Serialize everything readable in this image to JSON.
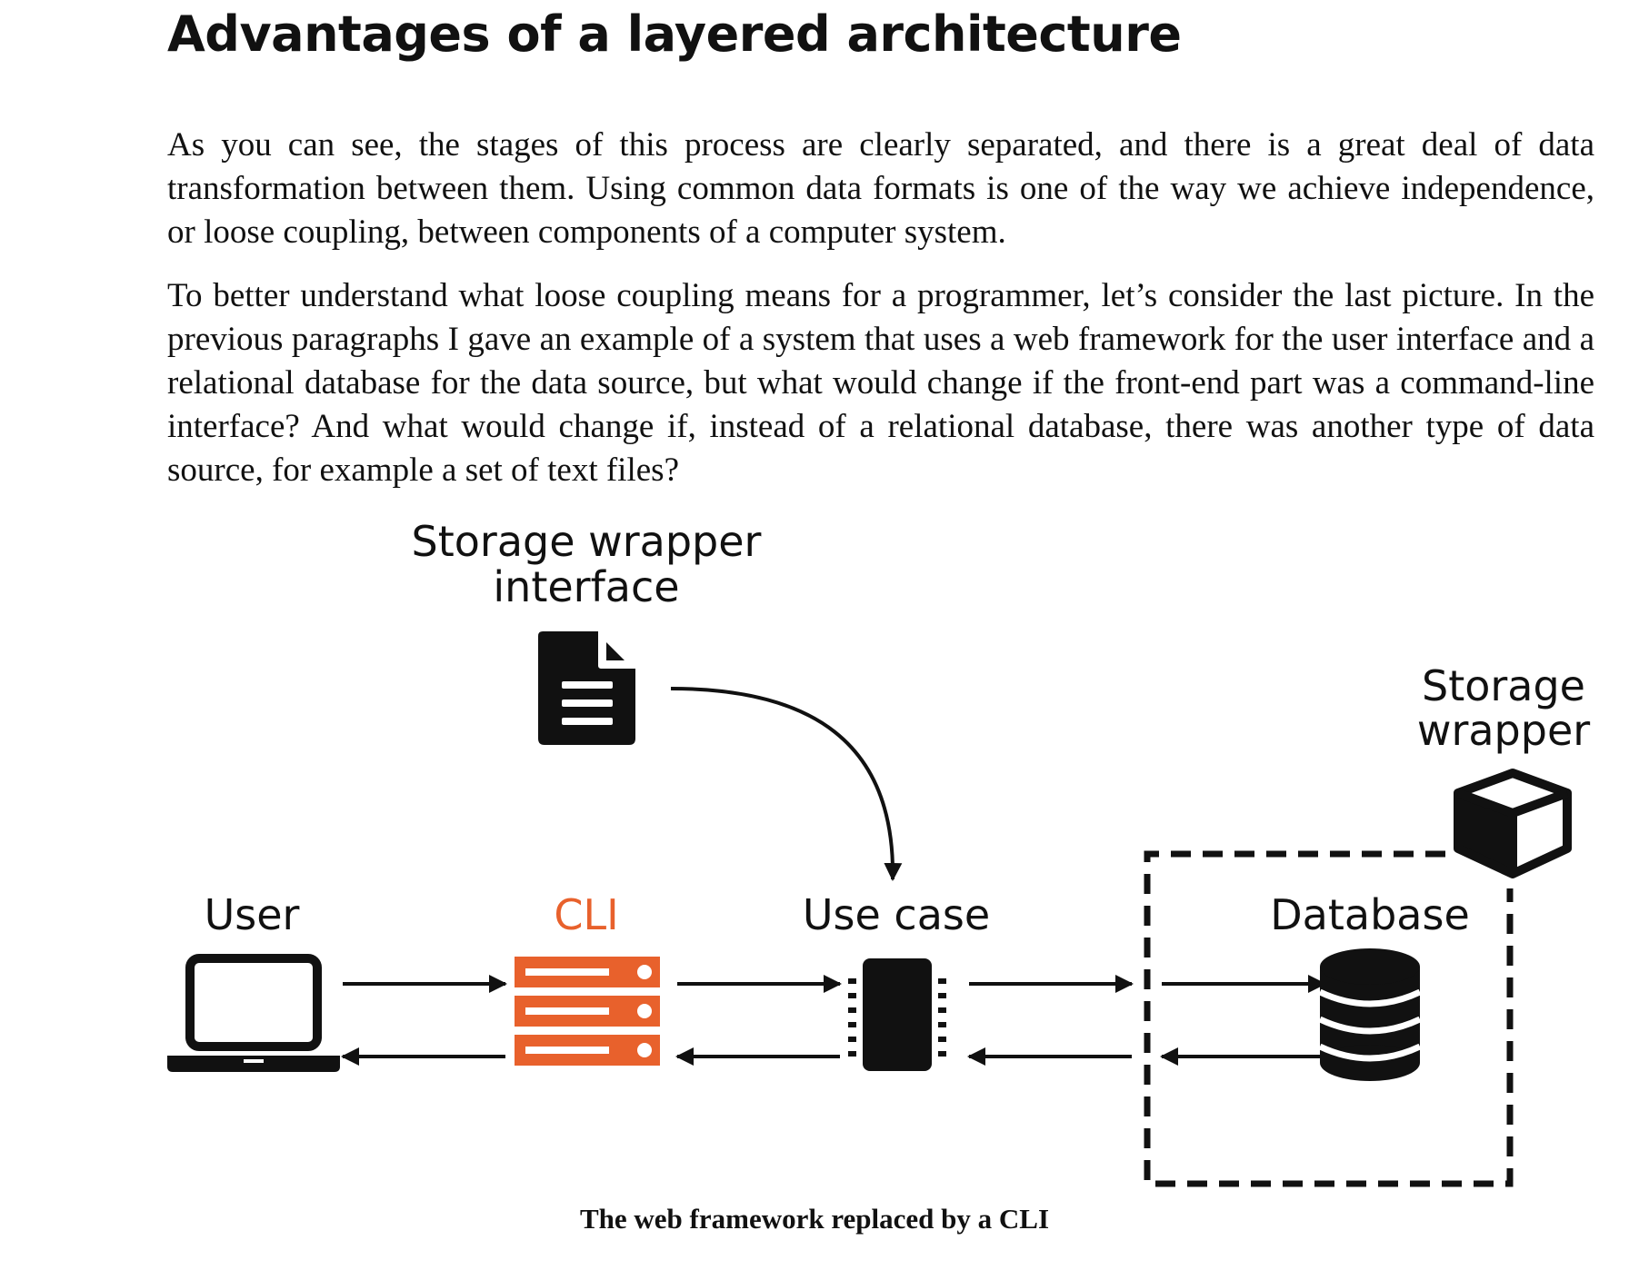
{
  "heading": "Advantages of a layered architecture",
  "paragraphs": [
    "As you can see, the stages of this process are clearly separated, and there is a great deal of data transformation between them. Using common data formats is one of the way we achieve independence, or loose coupling, between components of a computer system.",
    "To better understand what loose coupling means for a programmer, let’s consider the last picture. In the previous paragraphs I gave an example of a system that uses a web framework for the user interface and a relational database for the data source, but what would change if the front-end part was a command-line interface? And what would change if, instead of a relational database, there was another type of data source, for example a set of text files?"
  ],
  "diagram": {
    "interface_label_line1": "Storage wrapper",
    "interface_label_line2": "interface",
    "wrapper_label_line1": "Storage",
    "wrapper_label_line2": "wrapper",
    "user_label": "User",
    "cli_label": "CLI",
    "use_case_label": "Use case",
    "database_label": "Database",
    "icons": [
      "document-icon",
      "laptop-icon",
      "server-icon",
      "chip-icon",
      "database-icon",
      "box-icon"
    ],
    "colors": {
      "accent": "#e8612c",
      "ink": "#111111"
    }
  },
  "caption": "The web framework replaced by a CLI"
}
